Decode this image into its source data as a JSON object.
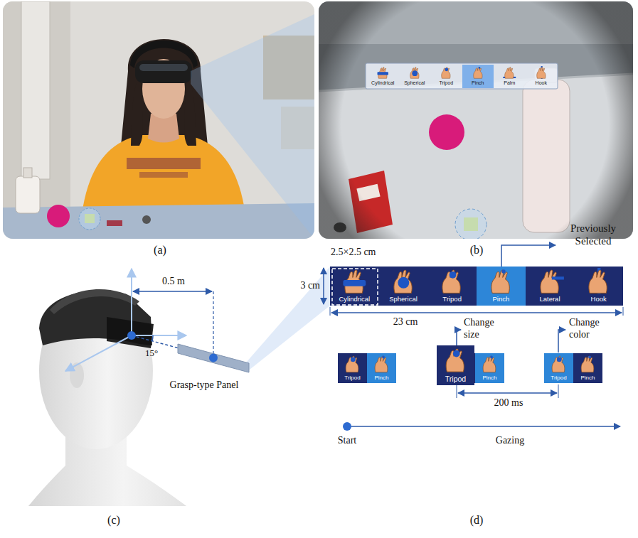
{
  "diagram": {
    "nodes": [
      {
        "text": [
          "Cylindrical"
        ]
      },
      {
        "text": [
          "Spherical"
        ]
      },
      {
        "text": [
          "Tripod"
        ]
      },
      {
        "text": [
          "Pinch"
        ]
      },
      {
        "text": [
          "Palm"
        ]
      },
      {
        "text": [
          "Hook"
        ]
      },
      {
        "text": [
          "Cylindrical"
        ]
      },
      {
        "text": [
          "Spherical"
        ]
      },
      {
        "text": [
          "Tripod"
        ]
      },
      {
        "text": [
          "Pinch"
        ]
      },
      {
        "text": [
          "Lateral"
        ]
      },
      {
        "text": [
          "Hook"
        ]
      },
      {
        "text": [
          "Tripod"
        ]
      },
      {
        "text": [
          "Pinch"
        ]
      },
      {
        "text": [
          "Tripod"
        ]
      },
      {
        "text": [
          "Pinch"
        ]
      },
      {
        "text": [
          "Tripod"
        ]
      },
      {
        "text": [
          "Pinch"
        ]
      }
    ],
    "labels": [
      "(a)",
      "(b)",
      "0.5 m",
      "15°",
      "Grasp-type Panel",
      "(c)",
      "Previously Selected",
      "2.5×2.5 cm",
      "3 cm",
      "23 cm",
      "Change size",
      "Change color",
      "200 ms",
      "Start",
      "Gazing",
      "(d)"
    ]
  }
}
